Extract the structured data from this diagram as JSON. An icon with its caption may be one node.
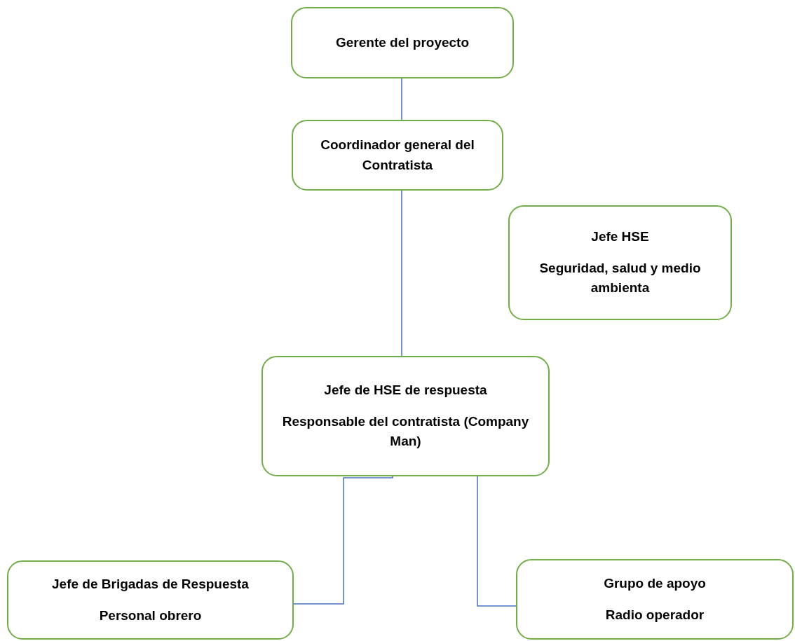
{
  "diagram": {
    "nodes": [
      {
        "text": [
          "Gerente del proyecto"
        ]
      },
      {
        "text": [
          "Coordinador general del Contratista"
        ]
      },
      {
        "text": [
          "Jefe HSE",
          "Seguridad, salud y medio ambienta"
        ]
      },
      {
        "text": [
          "Jefe de HSE de respuesta",
          "Responsable del contratista (Company Man)"
        ]
      },
      {
        "text": [
          "Jefe de Brigadas de Respuesta",
          "Personal obrero"
        ]
      },
      {
        "text": [
          "Grupo de apoyo",
          "Radio operador"
        ]
      }
    ],
    "edges": [
      {
        "from": 0,
        "to": 1,
        "arrow": "none"
      },
      {
        "from": 1,
        "to": 3,
        "arrow": "none"
      },
      {
        "from": 3,
        "to": 4,
        "arrow": "none"
      },
      {
        "from": 3,
        "to": 5,
        "arrow": "none"
      }
    ]
  }
}
